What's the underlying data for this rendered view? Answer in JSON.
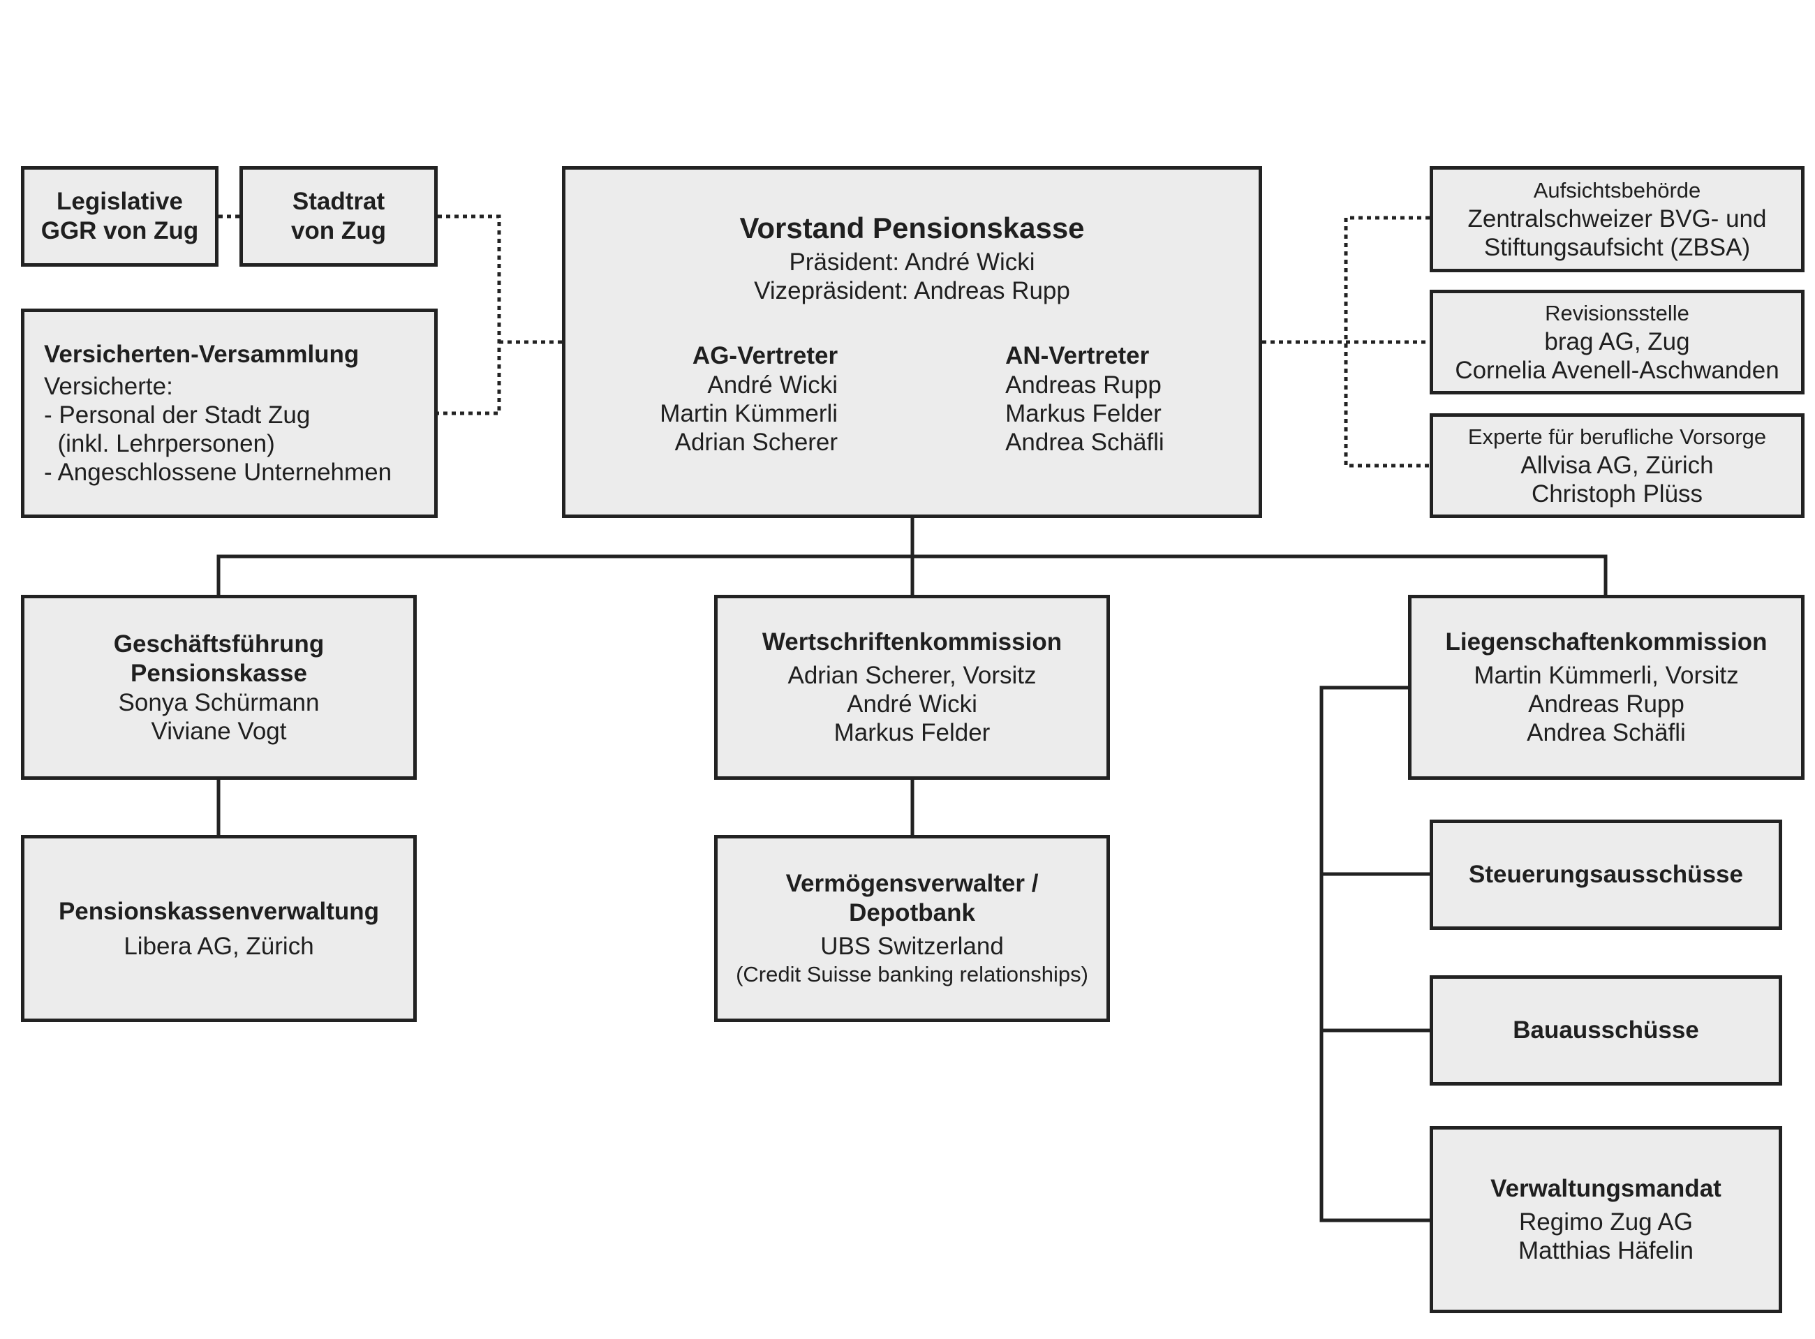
{
  "legislative": {
    "line1": "Legislative",
    "line2": "GGR von Zug"
  },
  "stadtrat": {
    "line1": "Stadtrat",
    "line2": "von Zug"
  },
  "versicherten": {
    "title": "Versicherten-Versammlung",
    "lines": [
      "Versicherte:",
      "- Personal der Stadt Zug",
      "  (inkl. Lehrpersonen)",
      "- Angeschlossene Unternehmen"
    ]
  },
  "vorstand": {
    "title": "Vorstand Pensionskasse",
    "praesident": "Präsident: André Wicki",
    "vizepraesident": "Vizepräsident: Andreas Rupp",
    "ag": {
      "title": "AG-Vertreter",
      "members": [
        "André Wicki",
        "Martin Kümmerli",
        "Adrian Scherer"
      ]
    },
    "an": {
      "title": "AN-Vertreter",
      "members": [
        "Andreas Rupp",
        "Markus Felder",
        "Andrea Schäfli"
      ]
    }
  },
  "aufsicht": {
    "heading": "Aufsichtsbehörde",
    "lines": [
      "Zentralschweizer BVG- und",
      "Stiftungsaufsicht (ZBSA)"
    ]
  },
  "revision": {
    "heading": "Revisionsstelle",
    "lines": [
      "brag AG, Zug",
      "Cornelia Avenell-Aschwanden"
    ]
  },
  "experte": {
    "heading": "Experte für berufliche Vorsorge",
    "lines": [
      "Allvisa AG, Zürich",
      "Christoph Plüss"
    ]
  },
  "geschaeftsfuehrung": {
    "title_lines": [
      "Geschäftsführung",
      "Pensionskasse"
    ],
    "members": [
      "Sonya Schürmann",
      "Viviane Vogt"
    ]
  },
  "wertschriften": {
    "title": "Wertschriftenkommission",
    "members": [
      "Adrian Scherer, Vorsitz",
      "André Wicki",
      "Markus Felder"
    ]
  },
  "liegenschaften": {
    "title": "Liegenschaftenkommission",
    "members": [
      "Martin Kümmerli, Vorsitz",
      "Andreas Rupp",
      "Andrea Schäfli"
    ]
  },
  "pkverwaltung": {
    "title": "Pensionskassenverwaltung",
    "line": "Libera AG, Zürich"
  },
  "vermoegen": {
    "title_lines": [
      "Vermögensverwalter /",
      "Depotbank"
    ],
    "line": "UBS Switzerland",
    "note": "(Credit Suisse banking relationships)"
  },
  "steuerung": {
    "title": "Steuerungsausschüsse"
  },
  "bau": {
    "title": "Bauausschüsse"
  },
  "verwaltungsmandat": {
    "title": "Verwaltungsmandat",
    "members": [
      "Regimo Zug AG",
      "Matthias Häfelin"
    ]
  }
}
